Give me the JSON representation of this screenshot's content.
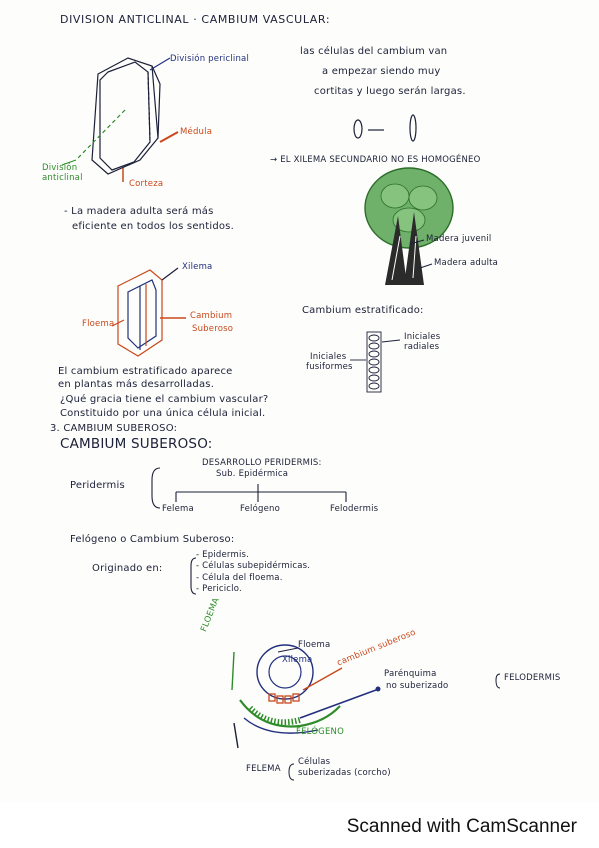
{
  "section1": {
    "title": "DIVISION ANTICLINAL · CAMBIUM VASCULAR:",
    "labels": {
      "periclinal": "División periclinal",
      "medula": "Médula",
      "anticlinal": "División anticlinal",
      "corteza": "Corteza"
    },
    "notes": [
      "las células del cambium van",
      "a empezar siendo muy",
      "cortitas y luego serán largas."
    ],
    "arrow_note": "→ EL XILEMA SECUNDARIO NO ES HOMOGÉNEO",
    "madura": [
      "- La madera adulta será más",
      "eficiente en todos los sentidos."
    ],
    "tree": {
      "juvenil": "Madera juvenil",
      "adulta": "Madera adulta"
    }
  },
  "section2": {
    "labels": {
      "xilema": "Xilema",
      "floema": "Floema",
      "cambium": "Cambium",
      "suberoso": "Suberoso"
    },
    "estratificado": "Cambium estratificado:",
    "iniciales_radiales": [
      "Iniciales",
      "radiales"
    ],
    "iniciales_fusiformes": [
      "Iniciales",
      "fusiformes"
    ],
    "text": [
      "El cambium estratificado aparece",
      "en plantas más desarrolladas.",
      "¿Qué gracia tiene el cambium vascular?",
      "Constituido por una única célula inicial."
    ]
  },
  "section3": {
    "heading": "3. CAMBIUM SUBEROSO:",
    "subheading": "CAMBIUM SUBEROSO:",
    "periderm": {
      "root": "Peridermis",
      "desc": [
        "DESARROLLO PERIDERMIS:",
        "Sub. Epidérmica"
      ],
      "children": [
        "Felema",
        "Felógeno",
        "Felodermis"
      ]
    },
    "felogeno_title": "Felógeno o Cambium Suberoso:",
    "originado_label": "Originado en:",
    "origins": [
      "- Epidermis.",
      "- Células subepidérmicas.",
      "- Célula del floema.",
      "- Periciclo."
    ],
    "diagram": {
      "floema_green": "FLOEMA",
      "floema": "Floema",
      "xilema": "Xilema",
      "cambium_suberoso": "cambium suberoso",
      "parenquima": [
        "Parénquima",
        "no suberizado"
      ],
      "felodermis": "FELODERMIS",
      "felogeno": "FELÓGENO",
      "felema": "FELEMA",
      "celulas": [
        "Células",
        "suberizadas (corcho)"
      ]
    }
  },
  "footer": {
    "scanner": "Scanned with CamScanner"
  },
  "colors": {
    "ink": "#1c2038",
    "orange": "#c9481c",
    "green": "#2f8c2a",
    "blue": "#23307e"
  }
}
